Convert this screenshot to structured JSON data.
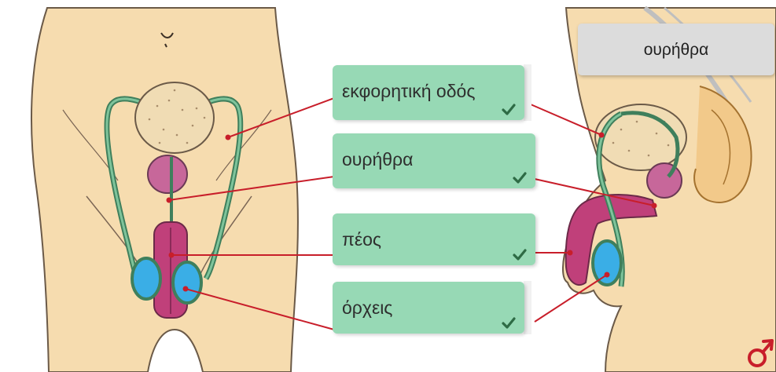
{
  "labels": {
    "ejaculatory_duct": "εκφορητική οδός",
    "urethra": "ουρήθρα",
    "penis": "πέος",
    "testes": "όρχεις"
  },
  "draggable_answer": "ουρήθρα",
  "colors": {
    "label_bg": "#97d9b5",
    "check": "#2e6b45",
    "pointer_line": "#c81e2a",
    "skin": "#f6dcaf",
    "prostate": "#f0dcb4",
    "penis": "#c0407a",
    "testis": "#3aaee6",
    "duct": "#3f7f5c",
    "male_symbol": "#c81e2a"
  },
  "icons": [
    "check-icon",
    "male-symbol-icon"
  ]
}
